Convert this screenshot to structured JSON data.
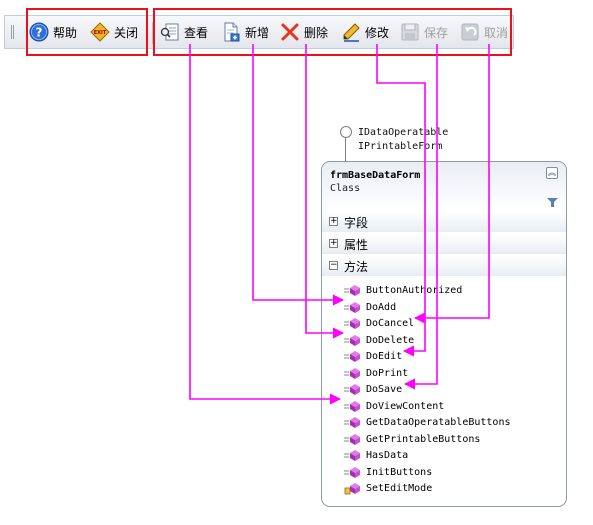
{
  "toolbar": {
    "help": "帮助",
    "close": "关闭",
    "view": "查看",
    "add": "新增",
    "delete": "删除",
    "edit": "修改",
    "save": "保存",
    "cancel": "取消",
    "exit_badge": "EXIT"
  },
  "diagram": {
    "interfaces": [
      "IDataOperatable",
      "IPrintableForm"
    ],
    "class_name": "frmBaseDataForm",
    "class_kind": "Class",
    "sections": {
      "fields": "字段",
      "properties": "属性",
      "methods": "方法"
    },
    "methods": [
      "ButtonAuthorized",
      "DoAdd",
      "DoCancel",
      "DoDelete",
      "DoEdit",
      "DoPrint",
      "DoSave",
      "DoViewContent",
      "GetDataOperatableButtons",
      "GetPrintableButtons",
      "HasData",
      "InitButtons",
      "SetEditMode"
    ]
  },
  "colors": {
    "highlight": "#e8131a",
    "arrow": "#ff00ff"
  }
}
